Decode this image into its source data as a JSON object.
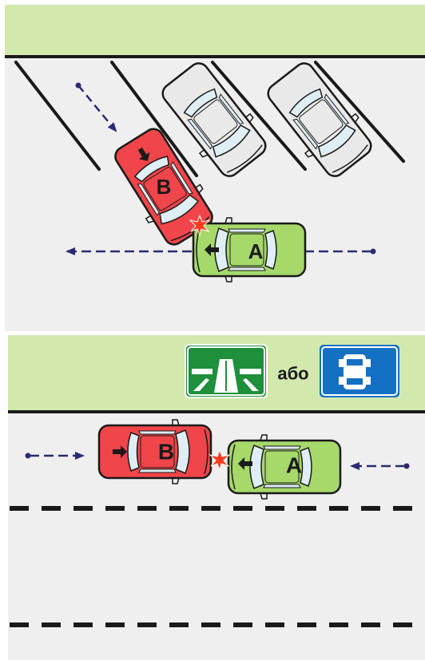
{
  "top_panel": {
    "car_a_label": "A",
    "car_b_label": "B"
  },
  "bottom_panel": {
    "car_a_label": "A",
    "car_b_label": "B",
    "or_text": "або"
  },
  "colors": {
    "grass": "#d3e8ad",
    "road": "#efefef",
    "car_red": "#f0454a",
    "car_green": "#a6d86a",
    "car_gray": "#e8e8e8",
    "arrow": "#2b2a73",
    "sign_green": "#1e8f3a",
    "sign_blue": "#1470c2"
  },
  "icons": [
    "motorway-sign-icon",
    "parking-sign-icon",
    "direction-arrow-icon",
    "collision-star-icon"
  ]
}
